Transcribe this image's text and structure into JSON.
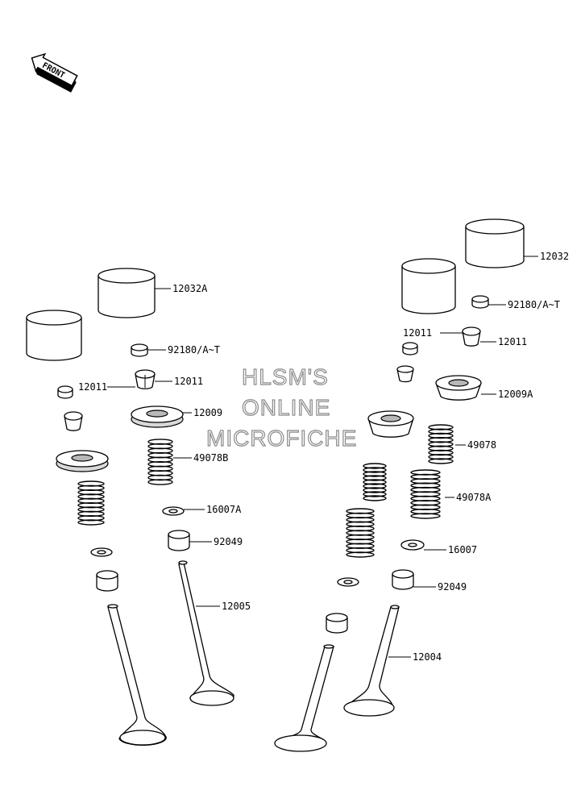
{
  "front_badge": {
    "label": "FRONT"
  },
  "watermark": {
    "lines": [
      "HLSM'S",
      "ONLINE",
      "MICROFICHE"
    ]
  },
  "parts": [
    {
      "id": "12032",
      "label": "12032"
    },
    {
      "id": "12032A",
      "label": "12032A"
    },
    {
      "id": "92180-left",
      "label": "92180/A~T"
    },
    {
      "id": "92180-right",
      "label": "92180/A~T"
    },
    {
      "id": "12011-left-a",
      "label": "12011"
    },
    {
      "id": "12011-left-b",
      "label": "12011"
    },
    {
      "id": "12011-right-a",
      "label": "12011"
    },
    {
      "id": "12011-right-b",
      "label": "12011"
    },
    {
      "id": "12009",
      "label": "12009"
    },
    {
      "id": "12009A",
      "label": "12009A"
    },
    {
      "id": "49078B",
      "label": "49078B"
    },
    {
      "id": "49078",
      "label": "49078"
    },
    {
      "id": "49078A",
      "label": "49078A"
    },
    {
      "id": "16007A",
      "label": "16007A"
    },
    {
      "id": "16007",
      "label": "16007"
    },
    {
      "id": "92049-left",
      "label": "92049"
    },
    {
      "id": "92049-right",
      "label": "92049"
    },
    {
      "id": "12005",
      "label": "12005"
    },
    {
      "id": "12004",
      "label": "12004"
    }
  ]
}
